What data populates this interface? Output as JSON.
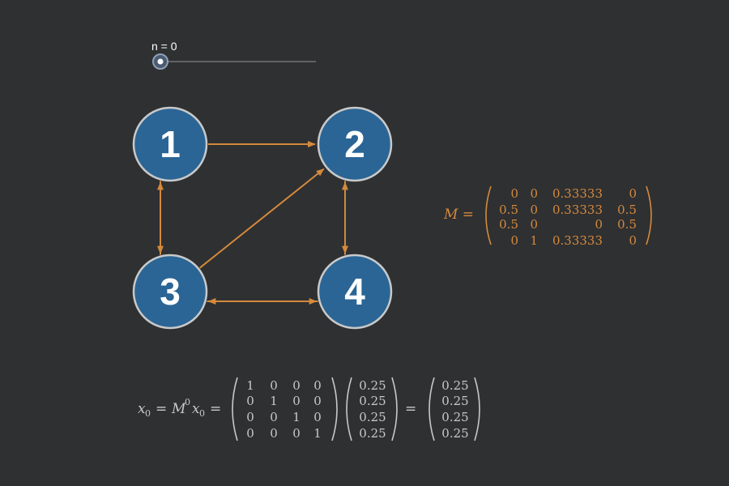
{
  "slider": {
    "label": "n = 0",
    "value": 0
  },
  "colors": {
    "background": "#2f3032",
    "node_fill": "#2a6595",
    "node_stroke": "#c9c9c9",
    "edge": "#d48a3c",
    "matrix_m": "#d48a3c",
    "equation": "#c8c8c8"
  },
  "graph": {
    "nodes": [
      {
        "id": "1",
        "label": "1"
      },
      {
        "id": "2",
        "label": "2"
      },
      {
        "id": "3",
        "label": "3"
      },
      {
        "id": "4",
        "label": "4"
      }
    ],
    "edges": [
      {
        "from": "1",
        "to": "2"
      },
      {
        "from": "1",
        "to": "3"
      },
      {
        "from": "3",
        "to": "1"
      },
      {
        "from": "3",
        "to": "2"
      },
      {
        "from": "3",
        "to": "4"
      },
      {
        "from": "4",
        "to": "3"
      },
      {
        "from": "2",
        "to": "4"
      },
      {
        "from": "4",
        "to": "2"
      }
    ]
  },
  "matrix_m": {
    "lhs": "M =",
    "rows": [
      [
        "0",
        "0",
        "0.33333",
        "0"
      ],
      [
        "0.5",
        "0",
        "0.33333",
        "0.5"
      ],
      [
        "0.5",
        "0",
        "0",
        "0.5"
      ],
      [
        "0",
        "1",
        "0.33333",
        "0"
      ]
    ]
  },
  "equation": {
    "x": "x",
    "sub": "0",
    "eq": "=",
    "m": "M",
    "sup": "0",
    "identity": [
      [
        "1",
        "0",
        "0",
        "0"
      ],
      [
        "0",
        "1",
        "0",
        "0"
      ],
      [
        "0",
        "0",
        "1",
        "0"
      ],
      [
        "0",
        "0",
        "0",
        "1"
      ]
    ],
    "vector": [
      "0.25",
      "0.25",
      "0.25",
      "0.25"
    ],
    "result": [
      "0.25",
      "0.25",
      "0.25",
      "0.25"
    ]
  }
}
